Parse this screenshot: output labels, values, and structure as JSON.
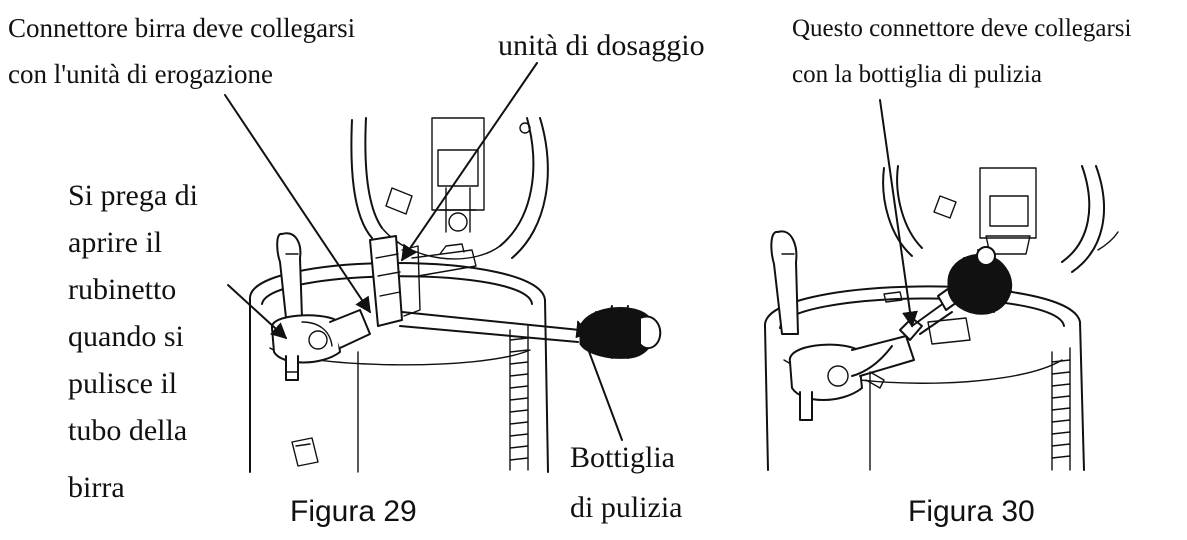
{
  "figure29": {
    "label_connector": [
      "Connettore birra deve collegarsi",
      "con l'unità di erogazione"
    ],
    "label_dosing": "unità di dosaggio",
    "label_tap": [
      "Si prega di",
      "aprire il",
      "rubinetto",
      "quando si",
      "pulisce il",
      "tubo della",
      "birra"
    ],
    "label_bottle": [
      "Bottiglia",
      "di pulizia"
    ],
    "caption": "Figura 29"
  },
  "figure30": {
    "label_connector": [
      "Questo connettore deve collegarsi",
      "con la bottiglia di pulizia"
    ],
    "caption": "Figura 30"
  }
}
